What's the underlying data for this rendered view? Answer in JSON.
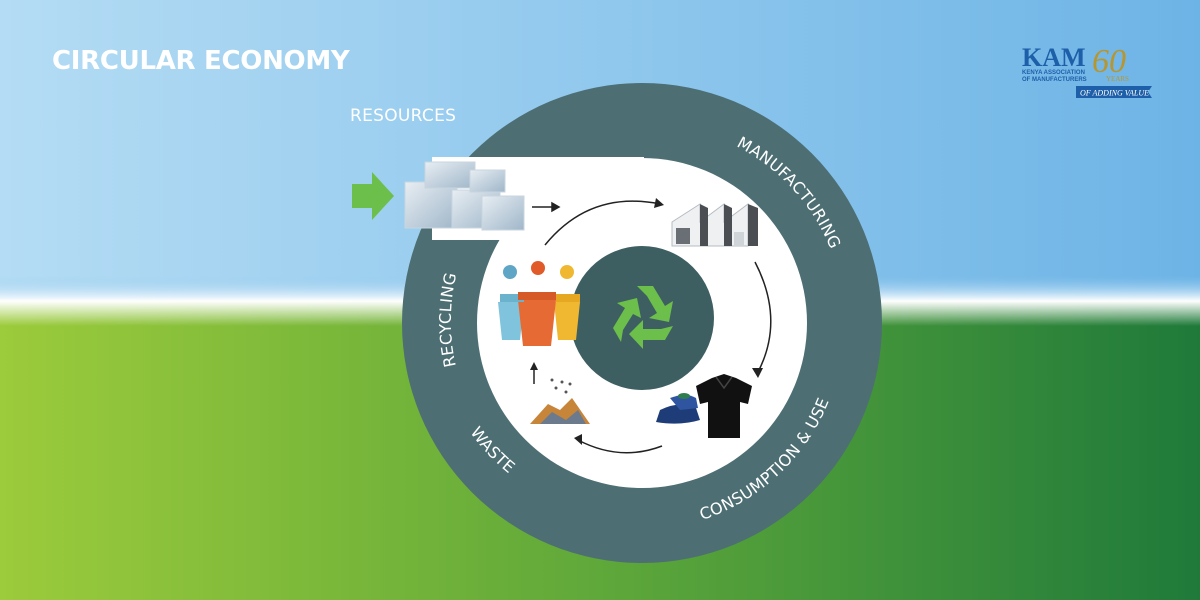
{
  "title": "CIRCULAR ECONOMY",
  "diagram": {
    "input_label": "RESOURCES",
    "stages": [
      {
        "label": "MANUFACTURING"
      },
      {
        "label": "CONSUMPTION & USE"
      },
      {
        "label": "WASTE"
      },
      {
        "label": "RECYCLING"
      }
    ],
    "center_icon": "recycle-icon"
  },
  "logo": {
    "lettering": "KAM",
    "years_number": "60",
    "years_word": "YEARS",
    "org_name_line1": "KENYA ASSOCIATION",
    "org_name_line2": "OF MANUFACTURERS",
    "ribbon": "OF ADDING VALUE"
  },
  "colors": {
    "ring": "#4d6f73",
    "center": "#3e5f62",
    "recycle": "#6dbf4b",
    "arrow_green": "#6dbf4b",
    "sky_top": "#a8d7f2",
    "grass": "#4a9a39"
  }
}
